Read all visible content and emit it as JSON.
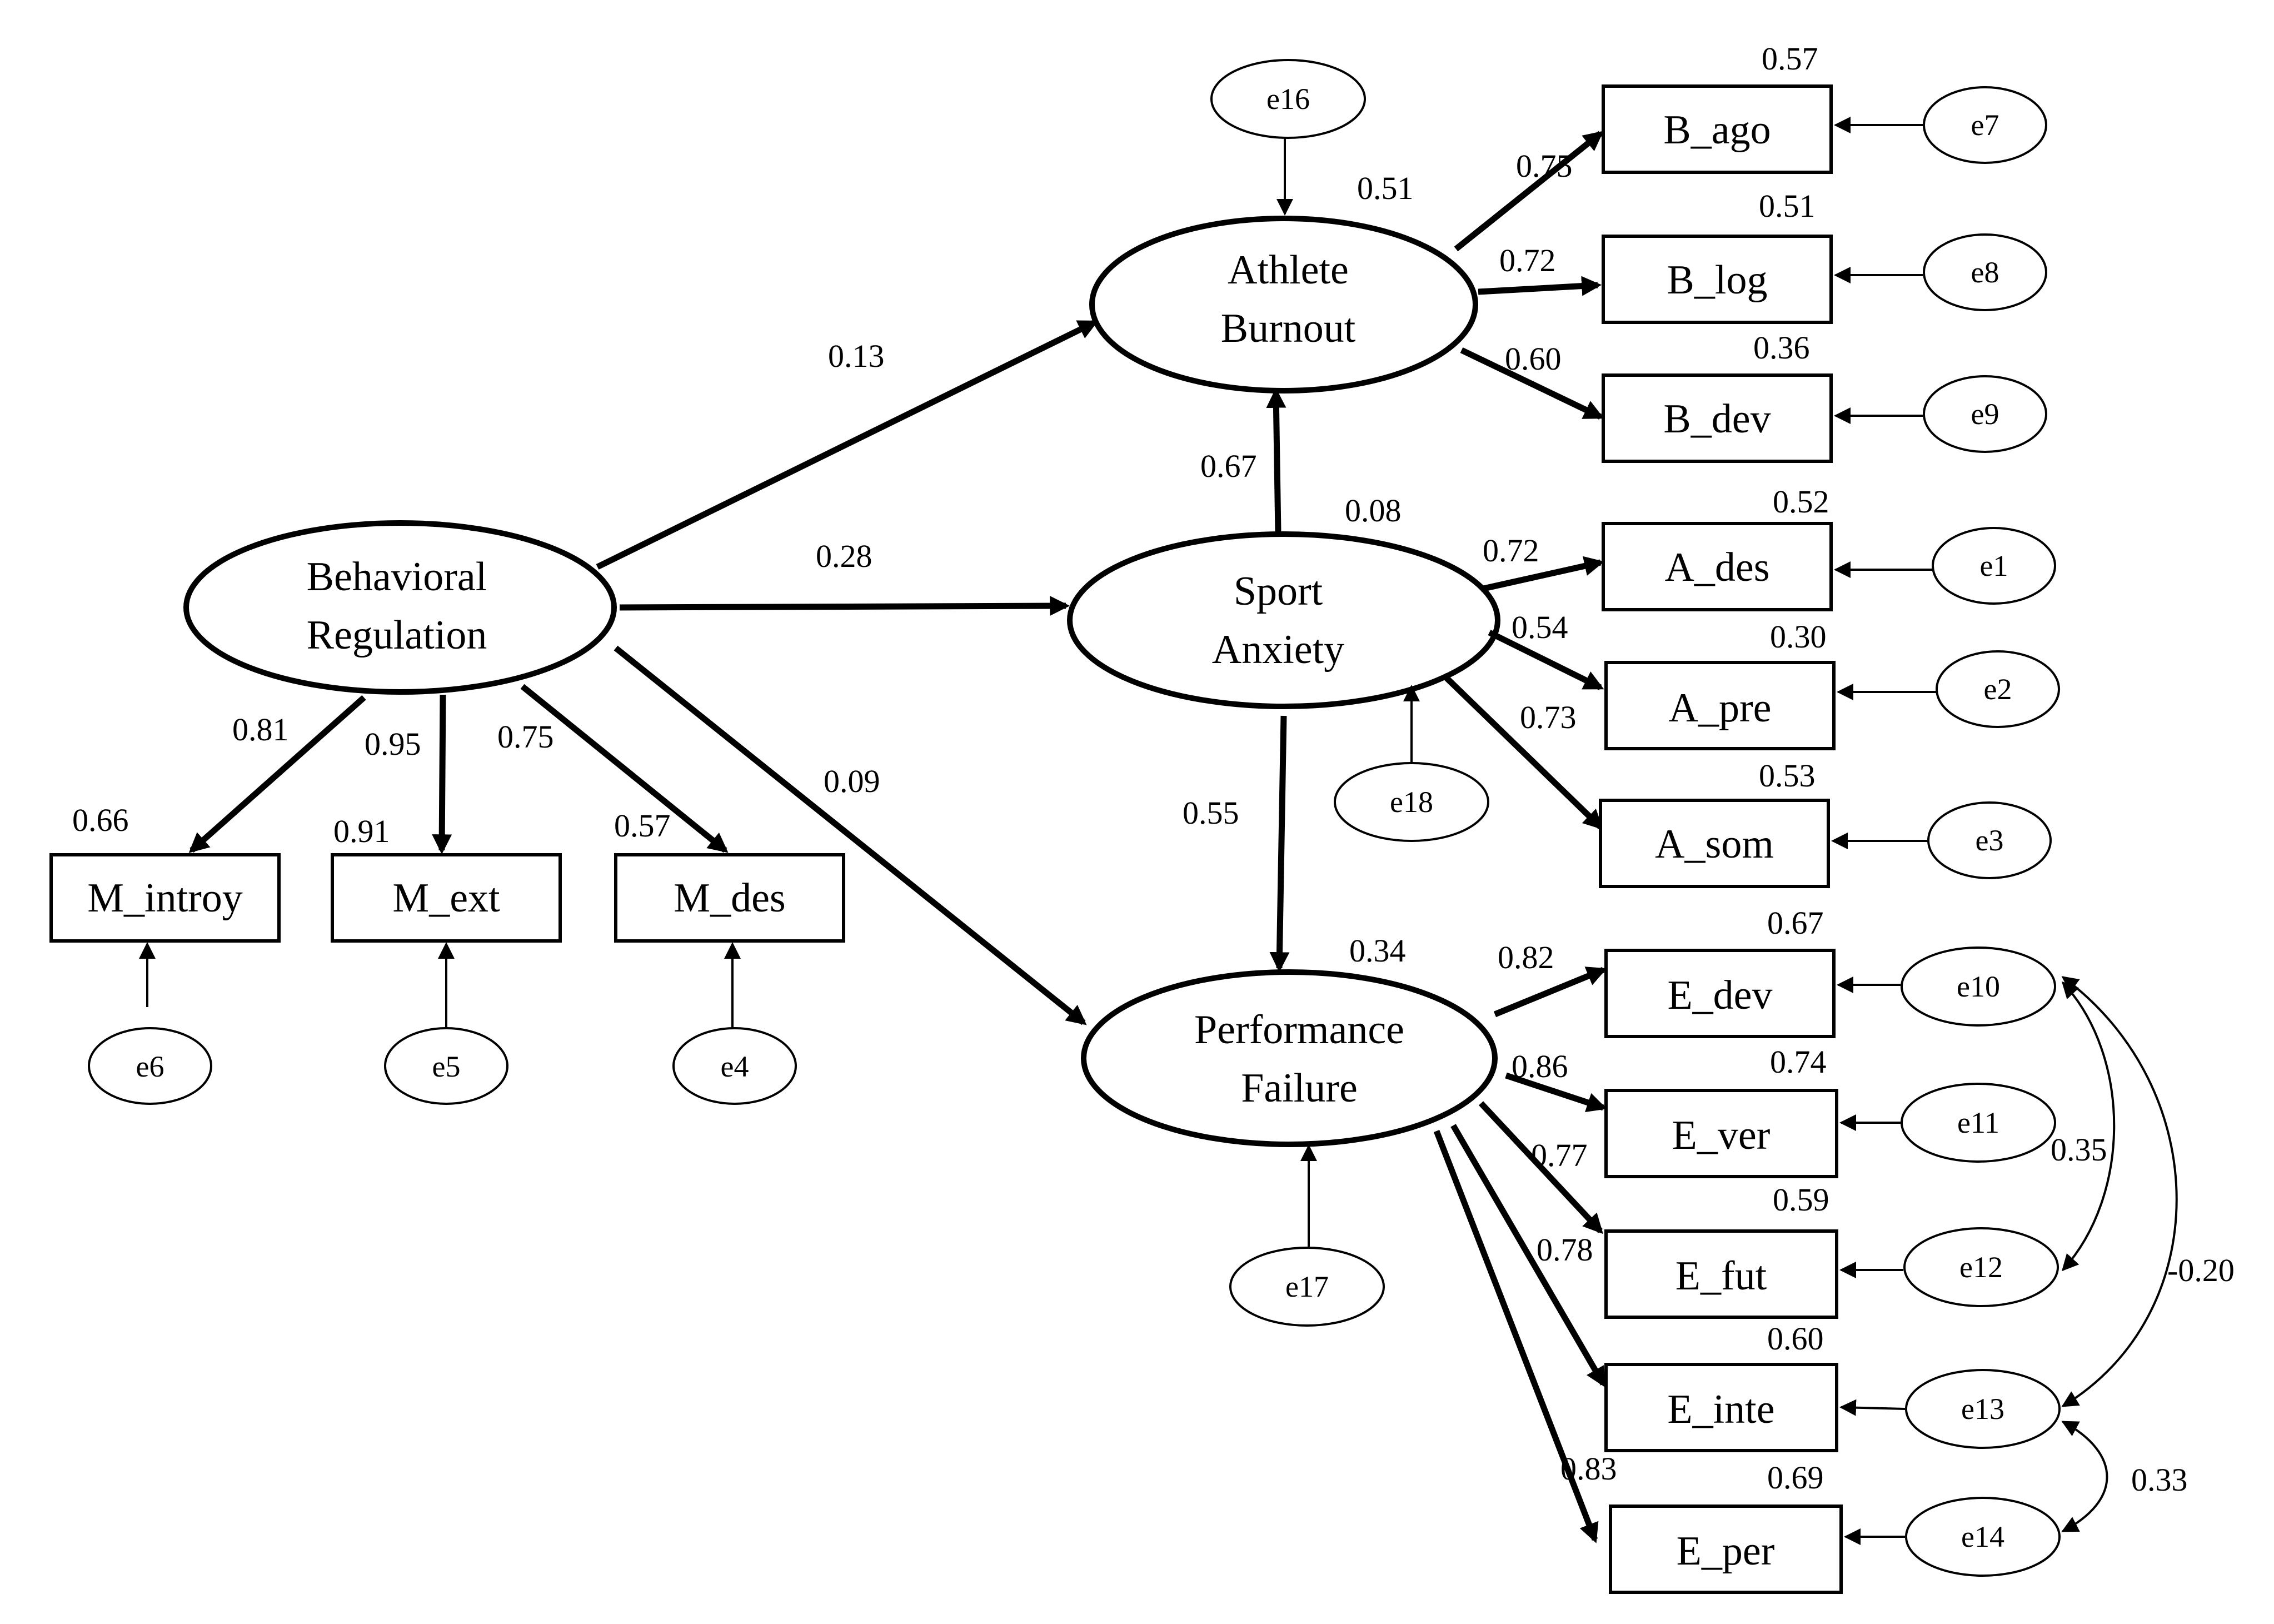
{
  "latents": {
    "behavioral_regulation": {
      "line1": "Behavioral",
      "line2": "Regulation"
    },
    "athlete_burnout": {
      "line1": "Athlete",
      "line2": "Burnout"
    },
    "sport_anxiety": {
      "line1": "Sport",
      "line2": "Anxiety"
    },
    "performance_failure": {
      "line1": "Performance",
      "line2": "Failure"
    }
  },
  "indicators": {
    "m_introy": "M_introy",
    "m_ext": "M_ext",
    "m_des": "M_des",
    "b_ago": "B_ago",
    "b_log": "B_log",
    "b_dev": "B_dev",
    "a_des": "A_des",
    "a_pre": "A_pre",
    "a_som": "A_som",
    "e_dev": "E_dev",
    "e_ver": "E_ver",
    "e_fut": "E_fut",
    "e_inte": "E_inte",
    "e_per": "E_per"
  },
  "errors": {
    "e1": "e1",
    "e2": "e2",
    "e3": "e3",
    "e4": "e4",
    "e5": "e5",
    "e6": "e6",
    "e7": "e7",
    "e8": "e8",
    "e9": "e9",
    "e10": "e10",
    "e11": "e11",
    "e12": "e12",
    "e13": "e13",
    "e14": "e14",
    "e16": "e16",
    "e17": "e17",
    "e18": "e18"
  },
  "structural_paths": {
    "br_to_ab": "0.13",
    "br_to_sa": "0.28",
    "br_to_pf": "0.09",
    "sa_to_ab": "0.67",
    "sa_to_pf": "0.55"
  },
  "r_squared": {
    "athlete_burnout": "0.51",
    "sport_anxiety": "0.08",
    "performance_failure": "0.34",
    "m_introy": "0.66",
    "m_ext": "0.91",
    "m_des": "0.57",
    "b_ago": "0.57",
    "b_log": "0.51",
    "b_dev": "0.36",
    "a_des": "0.52",
    "a_pre": "0.30",
    "a_som": "0.53",
    "e_dev": "0.67",
    "e_ver": "0.74",
    "e_fut": "0.59",
    "e_inte": "0.60",
    "e_per": "0.69"
  },
  "loadings": {
    "m_introy": "0.81",
    "m_ext": "0.95",
    "m_des": "0.75",
    "b_ago": "0.75",
    "b_log": "0.72",
    "b_dev": "0.60",
    "a_des": "0.72",
    "a_pre": "0.54",
    "a_som": "0.73",
    "e_dev": "0.82",
    "e_ver": "0.86",
    "e_fut": "0.77",
    "e_inte": "0.78",
    "e_per": "0.83"
  },
  "covariances": {
    "e10_e12": "0.35",
    "e10_e13": "-0.20",
    "e13_e14": "0.33"
  }
}
